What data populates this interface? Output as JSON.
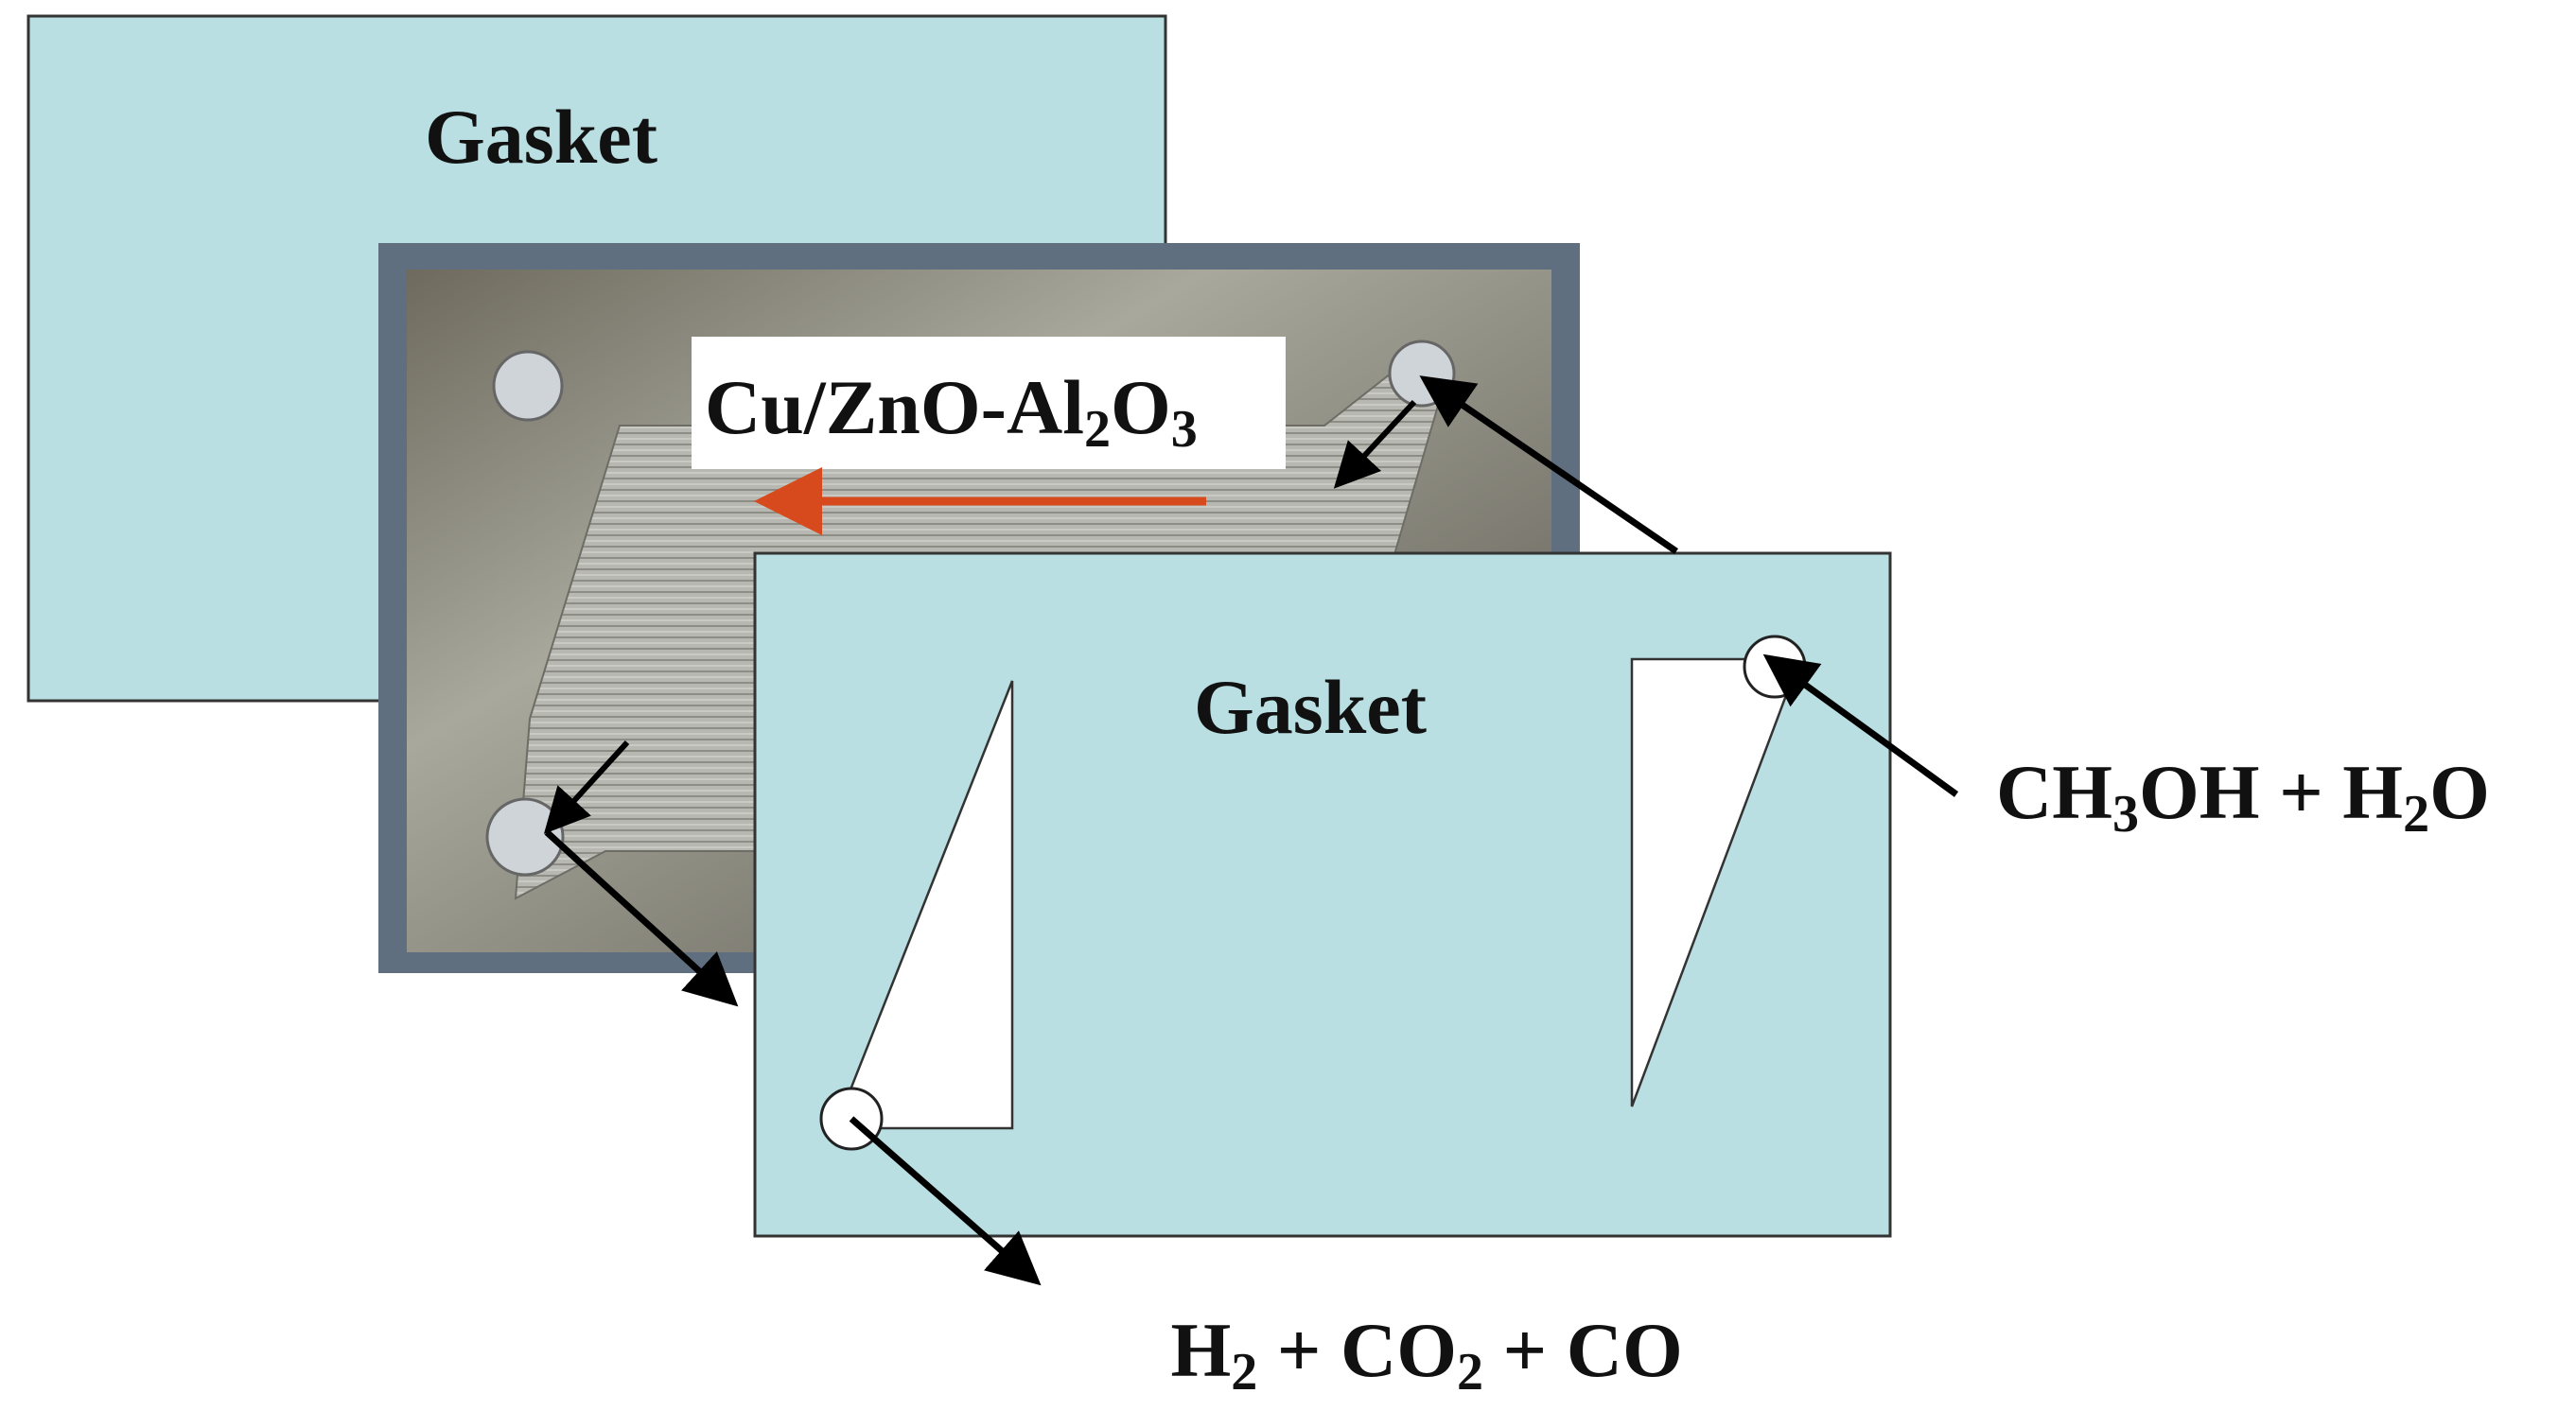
{
  "colors": {
    "gasket_fill": "#b9dfe2",
    "outline": "#333333",
    "plate_frame": "#5f6f80",
    "plate_metal": "#9a9a90",
    "channel_metal": "#b8b8b2",
    "flow_arrow": "#d64a1e",
    "arrow": "#000000",
    "cutout": "#ffffff"
  },
  "back_gasket": {
    "label": "Gasket"
  },
  "plate": {
    "catalyst_label": {
      "base": "Cu/ZnO-Al",
      "sub1": "2",
      "mid": "O",
      "sub2": "3"
    }
  },
  "front_gasket": {
    "label": "Gasket"
  },
  "inlet_label": {
    "p1": "CH",
    "s1": "3",
    "p2": "OH + H",
    "s2": "2",
    "p3": "O"
  },
  "outlet_label": {
    "p1": "H",
    "s1": "2",
    "p2": " + CO",
    "s2": "2",
    "p3": " + CO"
  }
}
